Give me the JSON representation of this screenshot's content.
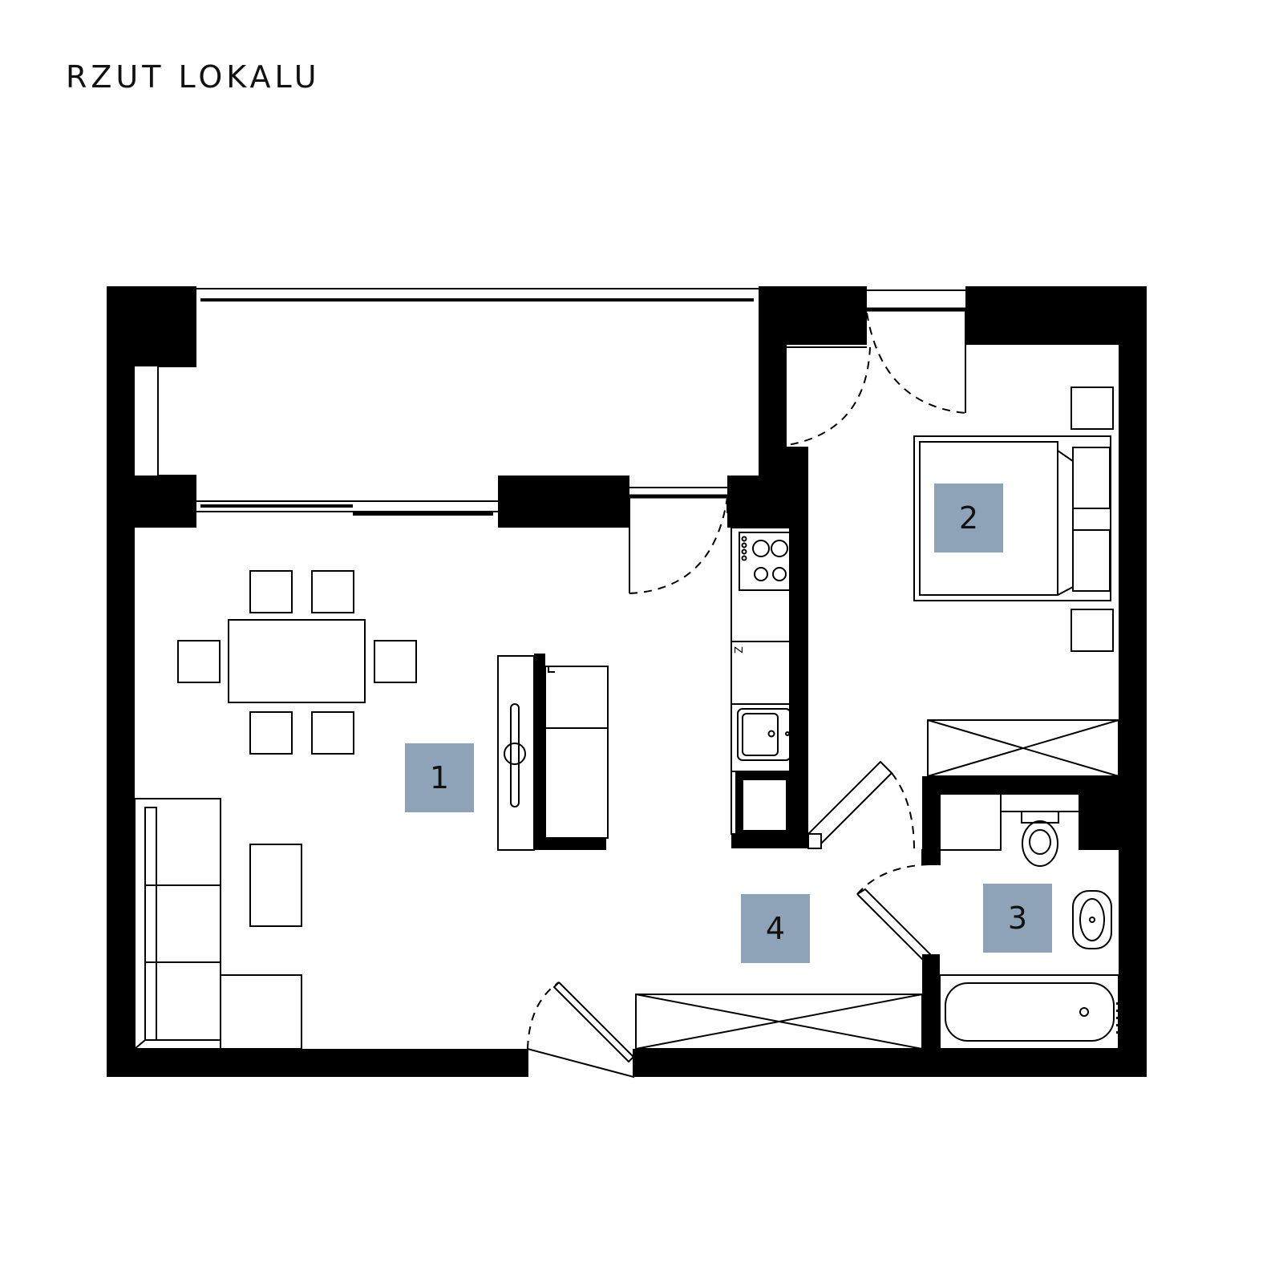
{
  "title": "RZUT LOKALU",
  "colors": {
    "wall": "#000000",
    "line": "#000000",
    "room_badge": "#8ea3b8",
    "background": "#ffffff"
  },
  "rooms": [
    {
      "number": "1"
    },
    {
      "number": "2"
    },
    {
      "number": "3"
    },
    {
      "number": "4"
    }
  ],
  "fixtures": {
    "kitchen_stove_marker": "Z"
  }
}
